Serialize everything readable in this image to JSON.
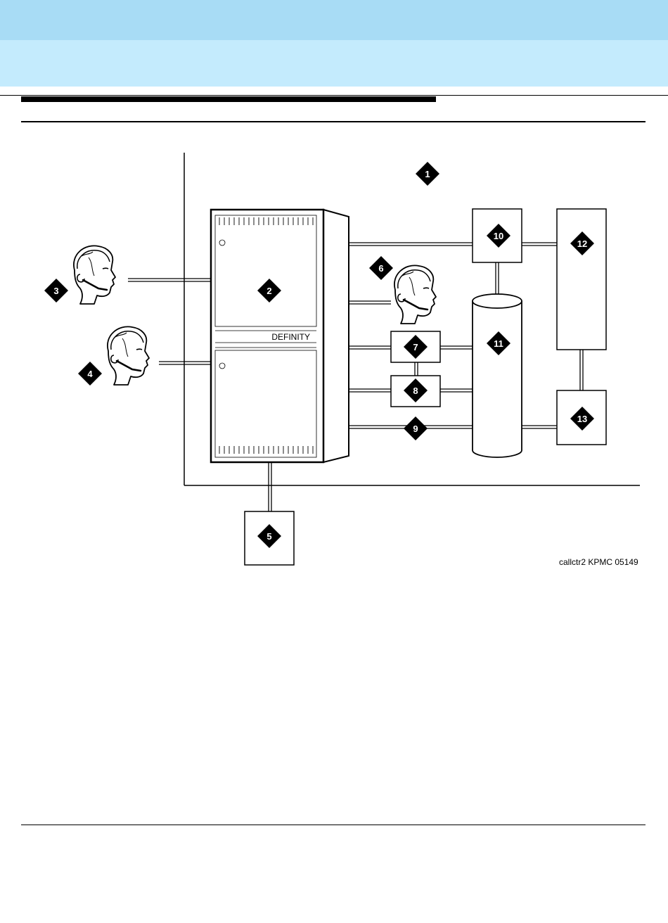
{
  "header": {
    "band_colors": {
      "top": "#a8dcf5",
      "bottom": "#c4ebfd"
    }
  },
  "figure": {
    "switch_label": "DEFINITY",
    "caption_id": "callctr2 KPMC 05149",
    "callouts": [
      "1",
      "2",
      "3",
      "4",
      "5",
      "6",
      "7",
      "8",
      "9",
      "10",
      "11",
      "12",
      "13"
    ]
  }
}
